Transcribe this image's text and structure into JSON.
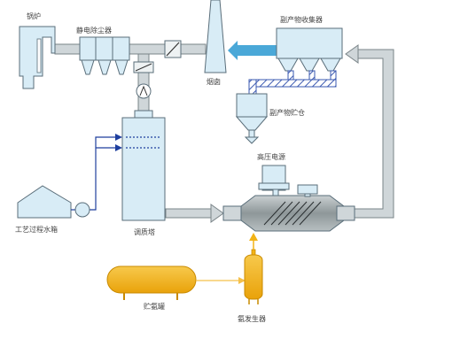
{
  "labels": {
    "boiler": "锅炉",
    "esp": "静电除尘器",
    "chimney": "烟囱",
    "byproduct_collector": "副产物收集器",
    "byproduct_silo": "副产物贮仓",
    "hv_power": "高压电源",
    "process_water_tank": "工艺过程水箱",
    "conditioning_tower": "调质塔",
    "ammonia_tank": "贮氨罐",
    "ammonia_generator": "氨发生器"
  },
  "colors": {
    "equipment_fill": "#d8ecf6",
    "equipment_stroke": "#5a6e7a",
    "duct_fill": "#cfd6d9",
    "duct_stroke": "#7a8488",
    "flow_arrow": "#4aa8d8",
    "water_line": "#1e3f9e",
    "ammonia": "#f2b316",
    "ammonia_line": "#f5c04a",
    "reactor": "#9ea6a8"
  }
}
